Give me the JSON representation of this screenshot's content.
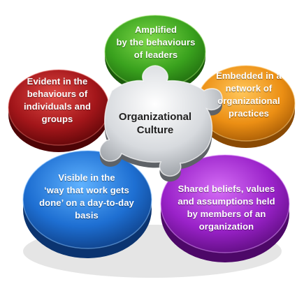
{
  "center": {
    "label_line1": "Organizational",
    "label_line2": "Culture"
  },
  "petals": {
    "top": {
      "line1": "Amplified",
      "line2": "by the behaviours",
      "line3": "of leaders"
    },
    "upper_right": {
      "line1": "Embedded in a",
      "line2": "network of",
      "line3": "organizational",
      "line4": "practices"
    },
    "lower_right": {
      "line1": "Shared beliefs, values",
      "line2": "and assumptions held",
      "line3": "by members of an",
      "line4": "organization"
    },
    "lower_left": {
      "line1": "Visible in the",
      "line2": "‘way that work gets",
      "line3": "done’ on a day-to-day",
      "line4": "basis"
    },
    "upper_left": {
      "line1": "Evident in the",
      "line2": "behaviours of",
      "line3": "individuals and",
      "line4": "groups"
    }
  },
  "colors": {
    "green": "#3aa21e",
    "orange": "#ec8f14",
    "purple": "#9a22c9",
    "blue": "#1e6fd2",
    "red": "#a3161a",
    "silver": "#c9ccd0"
  }
}
